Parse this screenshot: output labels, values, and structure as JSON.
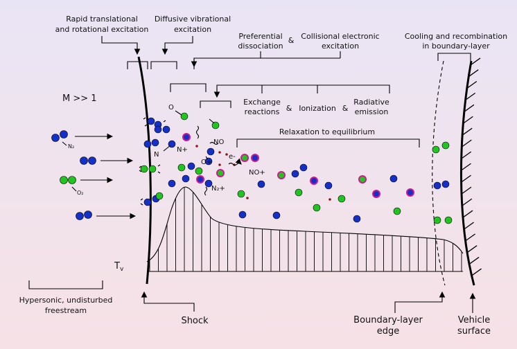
{
  "labels": {
    "rapid_1": "Rapid translational",
    "rapid_2": "and rotational excitation",
    "diffusive_1": "Diffusive vibrational",
    "diffusive_2": "excitation",
    "pref_1": "Preferential",
    "pref_2": "dissociation",
    "amp_top": "&",
    "coll_1": "Collisional electronic",
    "coll_2": "excitation",
    "cooling_1": "Cooling and recombination",
    "cooling_2": "in boundary-layer",
    "mach": "M >> 1",
    "exch_1": "Exchange",
    "exch_2": "reactions",
    "amp_1": "&",
    "ionization": "Ionization",
    "amp_2": "&",
    "rad_1": "Radiative",
    "rad_2": "emission",
    "relaxation": "Relaxation to equilibrium",
    "n2": "N₂",
    "o2": "O₂",
    "o_atom": "O",
    "n_plus": "N+",
    "n_atom": "N",
    "no": "NO",
    "o_plus": "O+",
    "e_minus": "e-",
    "no_plus": "NO+",
    "n2_plus": "N₂+",
    "tv": "T",
    "tv_sub": "v",
    "hyper_1": "Hypersonic, undisturbed",
    "hyper_2": "freestream",
    "shock": "Shock",
    "bl_1": "Boundary-layer",
    "bl_2": "edge",
    "veh_1": "Vehicle",
    "veh_2": "surface"
  },
  "colors": {
    "nitrogen": "#1530c8",
    "oxygen": "#22c422",
    "ion_ring": "#d01a8c",
    "electron": "#8a1a1a",
    "line": "#000000"
  }
}
